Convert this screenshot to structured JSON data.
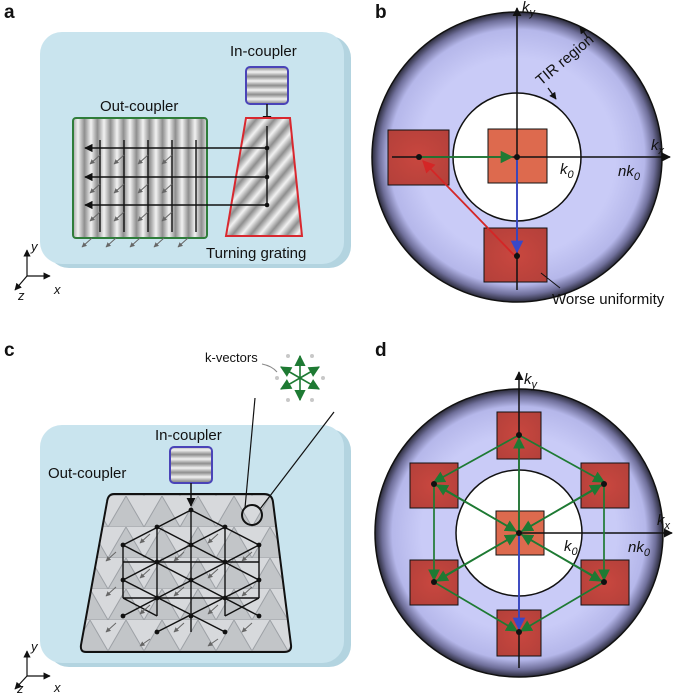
{
  "panels": {
    "a": {
      "letter": "a",
      "in_coupler": "In-coupler",
      "out_coupler": "Out-coupler",
      "turning_grating": "Turning grating",
      "axis_y": "y",
      "axis_x": "x",
      "axis_z": "z"
    },
    "b": {
      "letter": "b",
      "ky_main": "k",
      "ky_sub": "y",
      "kx_main": "k",
      "kx_sub": "x",
      "k0_main": "k",
      "k0_sub": "0",
      "nk0_main": "nk",
      "nk0_sub": "0",
      "tir": "TIR region",
      "worse": "Worse uniformity"
    },
    "c": {
      "letter": "c",
      "k_vectors": "k-vectors",
      "in_coupler": "In-coupler",
      "out_coupler": "Out-coupler",
      "axis_y": "y",
      "axis_x": "x",
      "axis_z": "z"
    },
    "d": {
      "letter": "d",
      "ky_main": "k",
      "ky_sub": "y",
      "kx_main": "k",
      "kx_sub": "x",
      "k0_main": "k",
      "k0_sub": "0",
      "nk0_main": "nk",
      "nk0_sub": "0"
    }
  },
  "colors": {
    "waveguide": "#c9e4ee",
    "ring": "#c4c6f5",
    "square_red": "#cc4c44",
    "green": "#2e7d3a",
    "red_arrow": "#d42626",
    "blue_arrow": "#3848c8",
    "outcoupler_border": "#2f7d3a",
    "turning_border": "#d9282f",
    "incoupler_border": "#4a44b8"
  }
}
